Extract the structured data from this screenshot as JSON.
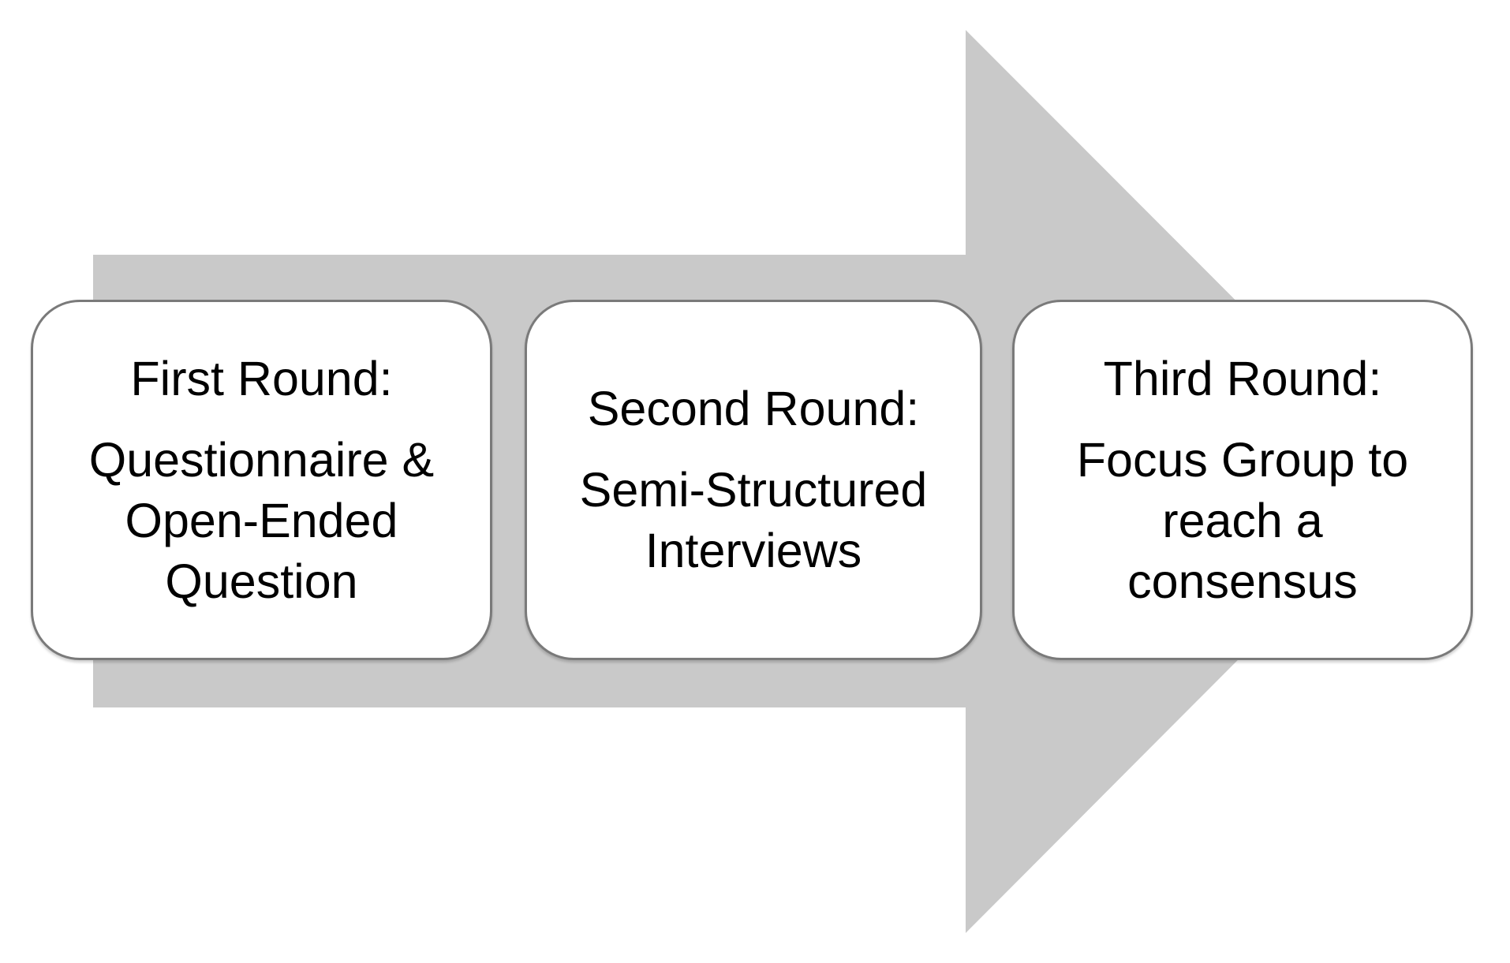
{
  "diagram": {
    "name": "three-round-delphi-process-flow",
    "arrow_color": "#c9c9c9",
    "box_border_color": "#7a7a7a",
    "text_color": "#000000",
    "boxes": [
      {
        "title": "First Round:",
        "body_lines": [
          "Questionnaire &",
          "Open-Ended",
          "Question"
        ]
      },
      {
        "title": "Second Round:",
        "body_lines": [
          "Semi-Structured",
          "Interviews"
        ]
      },
      {
        "title": "Third Round:",
        "body_lines": [
          "Focus Group to",
          "reach a",
          "consensus"
        ]
      }
    ]
  }
}
